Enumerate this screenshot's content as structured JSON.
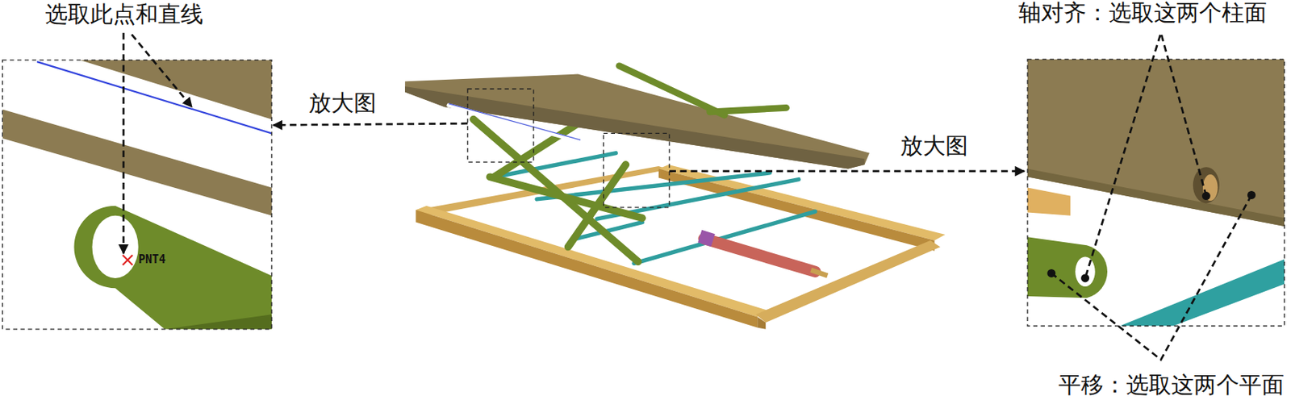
{
  "diagram": {
    "labels": [
      "选取此点和直线",
      "放大图",
      "放大图",
      "轴对齐：选取这两个柱面",
      "平移：选取这两个平面",
      "PNT4"
    ]
  }
}
